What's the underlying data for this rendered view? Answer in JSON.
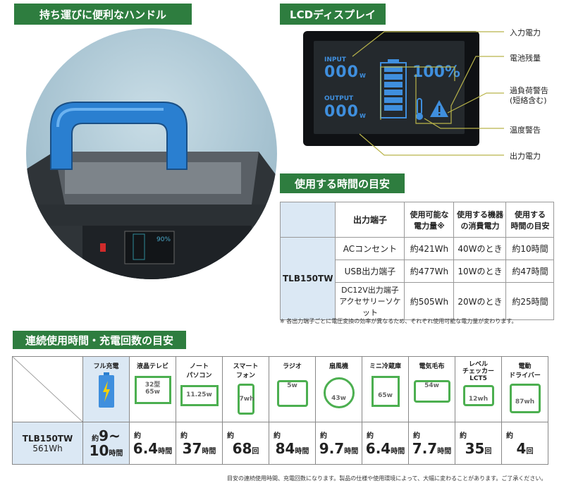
{
  "left_section": {
    "title": "持ち運びに便利なハンドル",
    "lcd_small_text": "90%"
  },
  "lcd_section": {
    "title": "LCDディスプレイ",
    "input_label": "INPUT",
    "input_value": "000",
    "output_label": "OUTPUT",
    "output_value": "000",
    "unit_w": "W",
    "battery_percent": "100%",
    "callouts": [
      "入力電力",
      "電池残量",
      "過負荷警告\n(短絡含む)",
      "温度警告",
      "出力電力"
    ]
  },
  "usage_section": {
    "title": "使用する時間の目安",
    "headers": [
      "出力端子",
      "使用可能な\n電力量※",
      "使用する機器\nの消費電力",
      "使用する\n時間の目安"
    ],
    "model": "TLB150TW",
    "rows": [
      [
        "ACコンセント",
        "約421Wh",
        "40Wのとき",
        "約10時間"
      ],
      [
        "USB出力端子",
        "約477Wh",
        "10Wのとき",
        "約47時間"
      ],
      [
        "DC12V出力端子\nアクセサリーソケット",
        "約505Wh",
        "20Wのとき",
        "約25時間"
      ]
    ],
    "note": "※ 各出力端子ごとに電圧変換の効率が異なるため、それぞれ使用可能な電力量が変わります。"
  },
  "continuous_section": {
    "title": "連続使用時間・充電回数の目安",
    "model": "TLB150TW",
    "capacity": "561Wh",
    "devices": [
      {
        "name": "フル充電",
        "icon_text": "",
        "value_prefix": "約",
        "value": "9~\n10",
        "unit": "時間"
      },
      {
        "name": "液晶テレビ",
        "icon_text": "32型\n65w",
        "value_prefix": "約",
        "value": "6.4",
        "unit": "時間"
      },
      {
        "name": "ノート\nパソコン",
        "icon_text": "11.25w",
        "value_prefix": "約",
        "value": "37",
        "unit": "時間"
      },
      {
        "name": "スマート\nフォン",
        "icon_text": "7wh",
        "value_prefix": "約",
        "value": "68",
        "unit": "回"
      },
      {
        "name": "ラジオ",
        "icon_text": "5w",
        "value_prefix": "約",
        "value": "84",
        "unit": "時間"
      },
      {
        "name": "扇風機",
        "icon_text": "43w",
        "value_prefix": "約",
        "value": "9.7",
        "unit": "時間"
      },
      {
        "name": "ミニ冷蔵庫",
        "icon_text": "65w",
        "value_prefix": "約",
        "value": "6.4",
        "unit": "時間"
      },
      {
        "name": "電気毛布",
        "icon_text": "54w",
        "value_prefix": "約",
        "value": "7.7",
        "unit": "時間"
      },
      {
        "name": "レベル\nチェッカー\nLCT5",
        "icon_text": "12wh",
        "value_prefix": "約",
        "value": "35",
        "unit": "回"
      },
      {
        "name": "電動\nドライバー",
        "icon_text": "87wh",
        "value_prefix": "約",
        "value": "4",
        "unit": "回"
      }
    ],
    "footer_note": "目安の連続使用時間、充電回数になります。製品の仕様や使用環境によって、大幅に変わることがあります。ご了承ください。"
  },
  "colors": {
    "green": "#2e7d3f",
    "blue_handle": "#2a7fd0",
    "lcd_blue": "#3f8fde",
    "lcd_bg": "#0f1114",
    "callout_line": "#b9b44a",
    "header_bg": "#dbe8f4"
  }
}
